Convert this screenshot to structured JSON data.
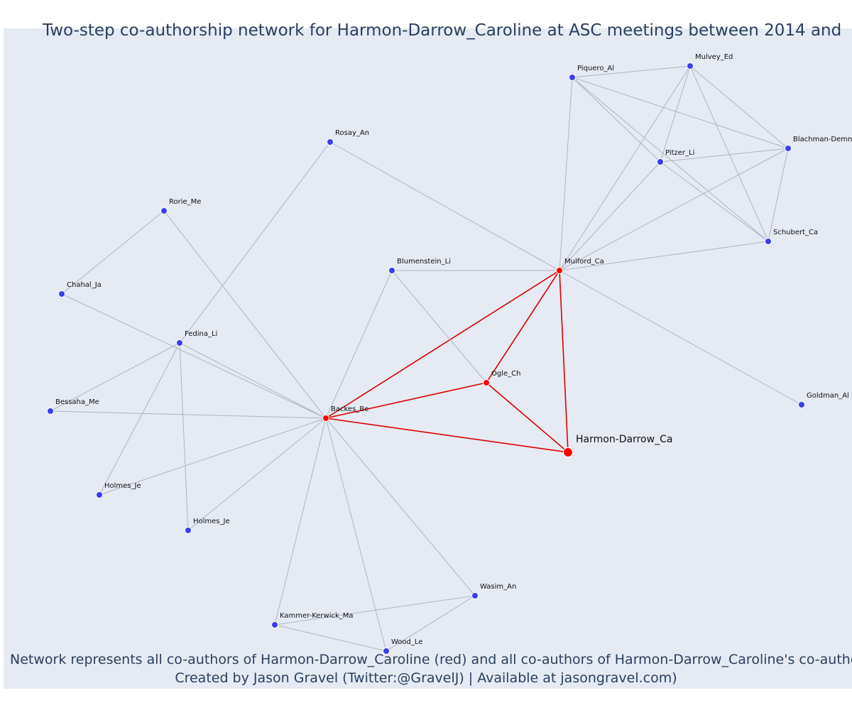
{
  "title": "Two-step co-authorship network for Harmon-Darrow_Caroline at ASC meetings between 2014 and",
  "caption_line1": "Network represents all co-authors of Harmon-Darrow_Caroline (red) and all co-authors of Harmon-Darrow_Caroline's co-author",
  "caption_line2": "Created by Jason Gravel (Twitter:@GravelJ) | Available at jasongravel.com)",
  "colors": {
    "plot_bg": "#e5eaf3",
    "ego": "#ff0000",
    "node": "#3a3df0",
    "edge_ego": "#dd0000",
    "edge": "#b0b4c3",
    "text": "#2a3f5f"
  },
  "nodes": [
    {
      "id": "harmon",
      "label": "Harmon-Darrow_Ca",
      "group": "ego"
    },
    {
      "id": "backes",
      "label": "Backes_Be",
      "group": "coauthor"
    },
    {
      "id": "ogle",
      "label": "Ogle_Ch",
      "group": "coauthor"
    },
    {
      "id": "mulford",
      "label": "Mulford_Ca",
      "group": "coauthor"
    },
    {
      "id": "blumenstein",
      "label": "Blumenstein_Li",
      "group": "second"
    },
    {
      "id": "rosay",
      "label": "Rosay_An",
      "group": "second"
    },
    {
      "id": "rorie",
      "label": "Rorie_Me",
      "group": "second"
    },
    {
      "id": "chahal",
      "label": "Chahal_Ja",
      "group": "second"
    },
    {
      "id": "fedina",
      "label": "Fedina_Li",
      "group": "second"
    },
    {
      "id": "bessaha",
      "label": "Bessaha_Me",
      "group": "second"
    },
    {
      "id": "holmes1",
      "label": "Holmes_Je",
      "group": "second"
    },
    {
      "id": "holmes2",
      "label": "Holmes_Je",
      "group": "second"
    },
    {
      "id": "kammer",
      "label": "Kammer-Kerwick_Ma",
      "group": "second"
    },
    {
      "id": "wood",
      "label": "Wood_Le",
      "group": "second"
    },
    {
      "id": "wasim",
      "label": "Wasim_An",
      "group": "second"
    },
    {
      "id": "piquero",
      "label": "Piquero_Al",
      "group": "second"
    },
    {
      "id": "mulvey",
      "label": "Mulvey_Ed",
      "group": "second"
    },
    {
      "id": "pitzer",
      "label": "Pitzer_Li",
      "group": "second"
    },
    {
      "id": "blachman",
      "label": "Blachman-Demn",
      "group": "second"
    },
    {
      "id": "schubert",
      "label": "Schubert_Ca",
      "group": "second"
    },
    {
      "id": "goldman",
      "label": "Goldman_Al",
      "group": "second"
    }
  ],
  "edges": [
    [
      "harmon",
      "backes"
    ],
    [
      "harmon",
      "ogle"
    ],
    [
      "harmon",
      "mulford"
    ],
    [
      "backes",
      "ogle"
    ],
    [
      "backes",
      "mulford"
    ],
    [
      "ogle",
      "mulford"
    ],
    [
      "backes",
      "blumenstein"
    ],
    [
      "backes",
      "rorie"
    ],
    [
      "backes",
      "chahal"
    ],
    [
      "backes",
      "fedina"
    ],
    [
      "backes",
      "bessaha"
    ],
    [
      "backes",
      "holmes1"
    ],
    [
      "backes",
      "holmes2"
    ],
    [
      "backes",
      "kammer"
    ],
    [
      "backes",
      "wood"
    ],
    [
      "backes",
      "wasim"
    ],
    [
      "fedina",
      "rosay"
    ],
    [
      "fedina",
      "bessaha"
    ],
    [
      "fedina",
      "holmes1"
    ],
    [
      "fedina",
      "holmes2"
    ],
    [
      "rorie",
      "chahal"
    ],
    [
      "kammer",
      "wasim"
    ],
    [
      "kammer",
      "wood"
    ],
    [
      "wood",
      "wasim"
    ],
    [
      "blumenstein",
      "ogle"
    ],
    [
      "blumenstein",
      "mulford"
    ],
    [
      "rosay",
      "mulford"
    ],
    [
      "mulford",
      "piquero"
    ],
    [
      "mulford",
      "mulvey"
    ],
    [
      "mulford",
      "pitzer"
    ],
    [
      "mulford",
      "blachman"
    ],
    [
      "mulford",
      "schubert"
    ],
    [
      "mulford",
      "goldman"
    ],
    [
      "piquero",
      "mulvey"
    ],
    [
      "piquero",
      "pitzer"
    ],
    [
      "piquero",
      "blachman"
    ],
    [
      "piquero",
      "schubert"
    ],
    [
      "mulvey",
      "pitzer"
    ],
    [
      "mulvey",
      "blachman"
    ],
    [
      "mulvey",
      "schubert"
    ],
    [
      "pitzer",
      "blachman"
    ],
    [
      "pitzer",
      "schubert"
    ],
    [
      "blachman",
      "schubert"
    ]
  ]
}
